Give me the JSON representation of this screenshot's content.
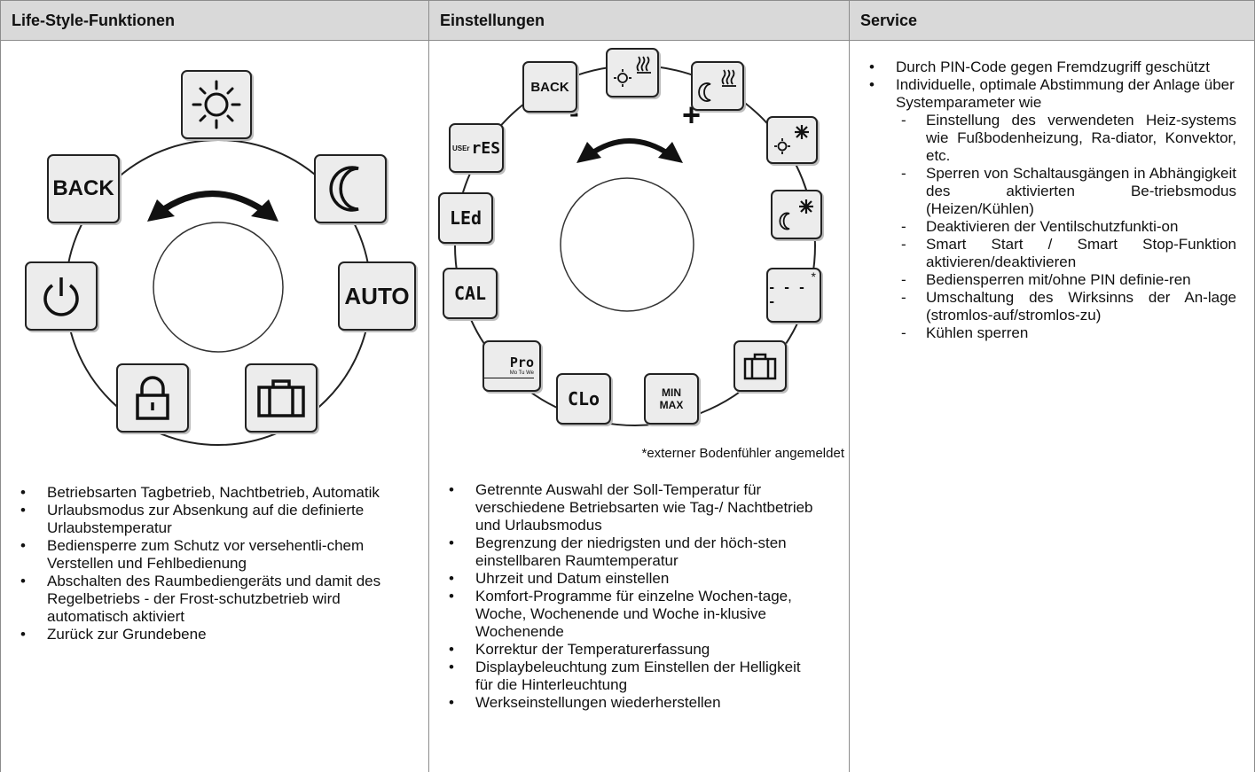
{
  "columns": {
    "lifestyle": {
      "header": "Life-Style-Funktionen",
      "dial_keys": {
        "back": "BACK",
        "auto": "AUTO",
        "day": "sun-icon",
        "night": "moon-icon",
        "power": "power-icon",
        "lock": "lock-icon",
        "holiday": "suitcase-icon"
      },
      "bullets": [
        "Betriebsarten Tagbetrieb, Nachtbetrieb, Automatik",
        "Urlaubsmodus zur Absenkung auf die definierte Urlaubstemperatur",
        "Bediensperre zum Schutz vor versehentli-chem Verstellen und Fehlbedienung",
        "Abschalten des Raumbediengeräts und damit des Regelbetriebs - der Frost-schutzbetrieb wird automatisch aktiviert",
        "Zurück zur Grundebene"
      ]
    },
    "settings": {
      "header": "Einstellungen",
      "dial": {
        "minus": "-",
        "plus": "+",
        "back": "BACK",
        "res_prefix": "USEr",
        "res": "rES",
        "led": "LEd",
        "cal": "CAL",
        "pro": "Pro",
        "pro_days": "Mo Tu We",
        "clo": "CLo",
        "min": "MIN",
        "max": "MAX",
        "dashes": "- - - -",
        "asterisk": "*"
      },
      "footnote": "*externer Bodenfühler angemeldet",
      "bullets": [
        "Getrennte Auswahl der Soll-Temperatur für verschiedene Betriebsarten wie Tag-/ Nachtbetrieb und Urlaubsmodus",
        "Begrenzung der niedrigsten und der höch-sten einstellbaren Raumtemperatur",
        "Uhrzeit und Datum einstellen",
        "Komfort-Programme für einzelne Wochen-tage, Woche, Wochenende und Woche in-klusive Wochenende",
        "Korrektur der Temperaturerfassung",
        "Displaybeleuchtung zum Einstellen der Helligkeit für die Hinterleuchtung",
        "Werkseinstellungen wiederherstellen"
      ]
    },
    "service": {
      "header": "Service",
      "bullet1": "Durch PIN-Code gegen Fremdzugriff geschützt",
      "bullet2": "Individuelle, optimale Abstimmung der Anlage über Systemparameter wie",
      "subitems": [
        "Einstellung des verwendeten Heiz-systems wie Fußbodenheizung, Ra-diator, Konvektor, etc.",
        "Sperren von Schaltausgängen in Abhängigkeit des aktivierten Be-triebsmodus (Heizen/Kühlen)",
        "Deaktivieren der Ventilschutzfunkti-on",
        "Smart Start / Smart Stop-Funktion aktivieren/deaktivieren",
        "Bediensperren mit/ohne PIN definie-ren",
        "Umschaltung des Wirksinns der An-lage (stromlos-auf/stromlos-zu)",
        "Kühlen sperren"
      ]
    }
  }
}
